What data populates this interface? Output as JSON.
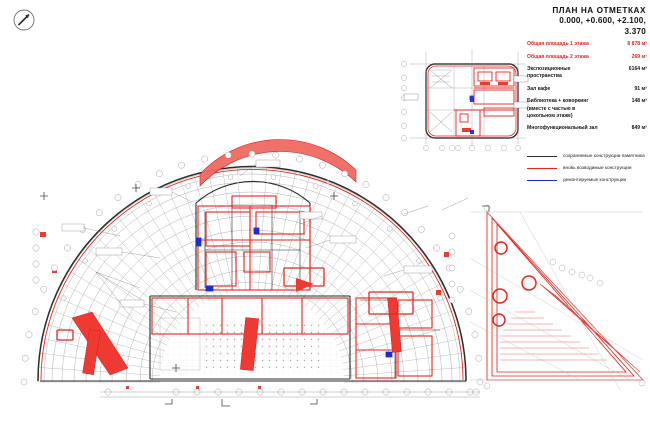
{
  "sheet": {
    "background": "#ffffff",
    "north_marker": "north-arrow"
  },
  "title_block": {
    "line1": "ПЛАН  НА ОТМЕТКАХ",
    "line2": "0.000, +0.600, +2.100,",
    "line3": "3.370"
  },
  "areas_table": {
    "rows": [
      {
        "name": "Общая площадь 1 этажа",
        "value": "8 878 м²",
        "highlight": true
      },
      {
        "name": "Общая площадь 2 этажа",
        "value": "269 м²",
        "highlight": true
      },
      {
        "name": "Экспозиционные пространства",
        "value": "6164 м²",
        "highlight": false
      },
      {
        "name": "Зал кафе",
        "value": "91 м²",
        "highlight": false
      },
      {
        "name": "Библиотека + коворкинг (вместе с частью в цокольном этаже)",
        "value": "148 м²",
        "highlight": false
      },
      {
        "name": "Многофункциональный зал",
        "value": "849 м²",
        "highlight": false
      }
    ]
  },
  "legend": {
    "items": [
      {
        "label": "сохраняемые конструкции памятника",
        "color": "#2b2b2b"
      },
      {
        "label": "вновь возводимые конструкции",
        "color": "#e8251f"
      },
      {
        "label": "демонтируемые конструкции",
        "color": "#1a2fd0"
      }
    ]
  },
  "colors": {
    "preserved": "#2b2b2b",
    "new_construction": "#e8251f",
    "demolished": "#1a2fd0",
    "thin_linework": "#8d8d8d",
    "hairline": "#b5b5b5",
    "accent_red": "#e8251f"
  },
  "drawing": {
    "main_plan_name": "fan-shaped-main-floor-plan",
    "inset_plan_name": "inset-upper-floor-plan",
    "triangle_name": "triangular-amphitheatre-structure"
  }
}
